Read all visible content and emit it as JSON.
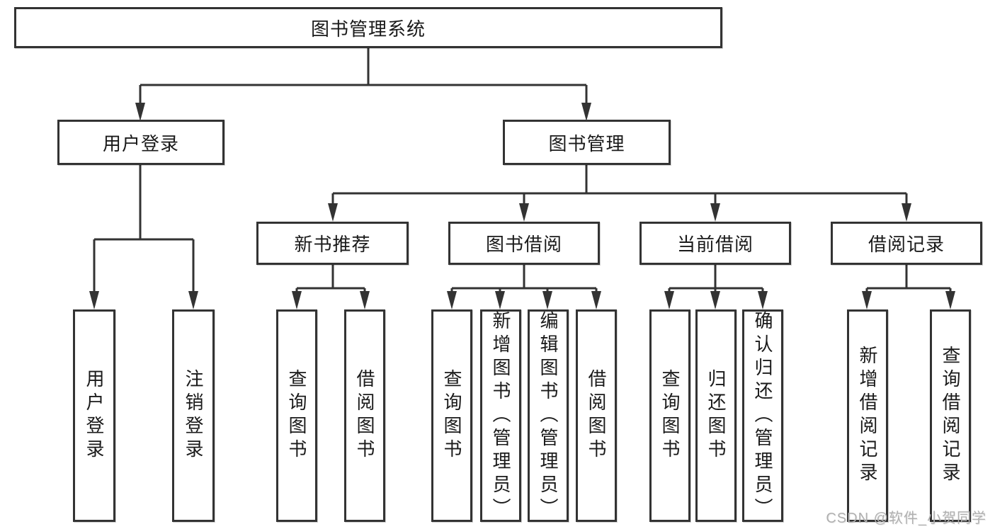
{
  "root": {
    "label": "图书管理系统"
  },
  "user_login": {
    "label": "用户登录",
    "children": [
      {
        "label": "用户登录"
      },
      {
        "label": "注销登录"
      }
    ]
  },
  "book_management": {
    "label": "图书管理",
    "sections": [
      {
        "label": "新书推荐",
        "children": [
          {
            "label": "查询图书"
          },
          {
            "label": "借阅图书"
          }
        ]
      },
      {
        "label": "图书借阅",
        "children": [
          {
            "label": "查询图书"
          },
          {
            "label": "新增图书（管理员）"
          },
          {
            "label": "编辑图书（管理员）"
          },
          {
            "label": "借阅图书"
          }
        ]
      },
      {
        "label": "当前借阅",
        "children": [
          {
            "label": "查询图书"
          },
          {
            "label": "归还图书"
          },
          {
            "label": "确认归还（管理员）"
          }
        ]
      },
      {
        "label": "借阅记录",
        "children": [
          {
            "label": "新增借阅记录"
          },
          {
            "label": "查询借阅记录"
          }
        ]
      }
    ]
  },
  "watermark": "CSDN @软件_小贺同学",
  "colors": {
    "line": "#333333",
    "text": "#1a1a1a",
    "watermark": "#b0b0b0",
    "background": "#ffffff"
  }
}
